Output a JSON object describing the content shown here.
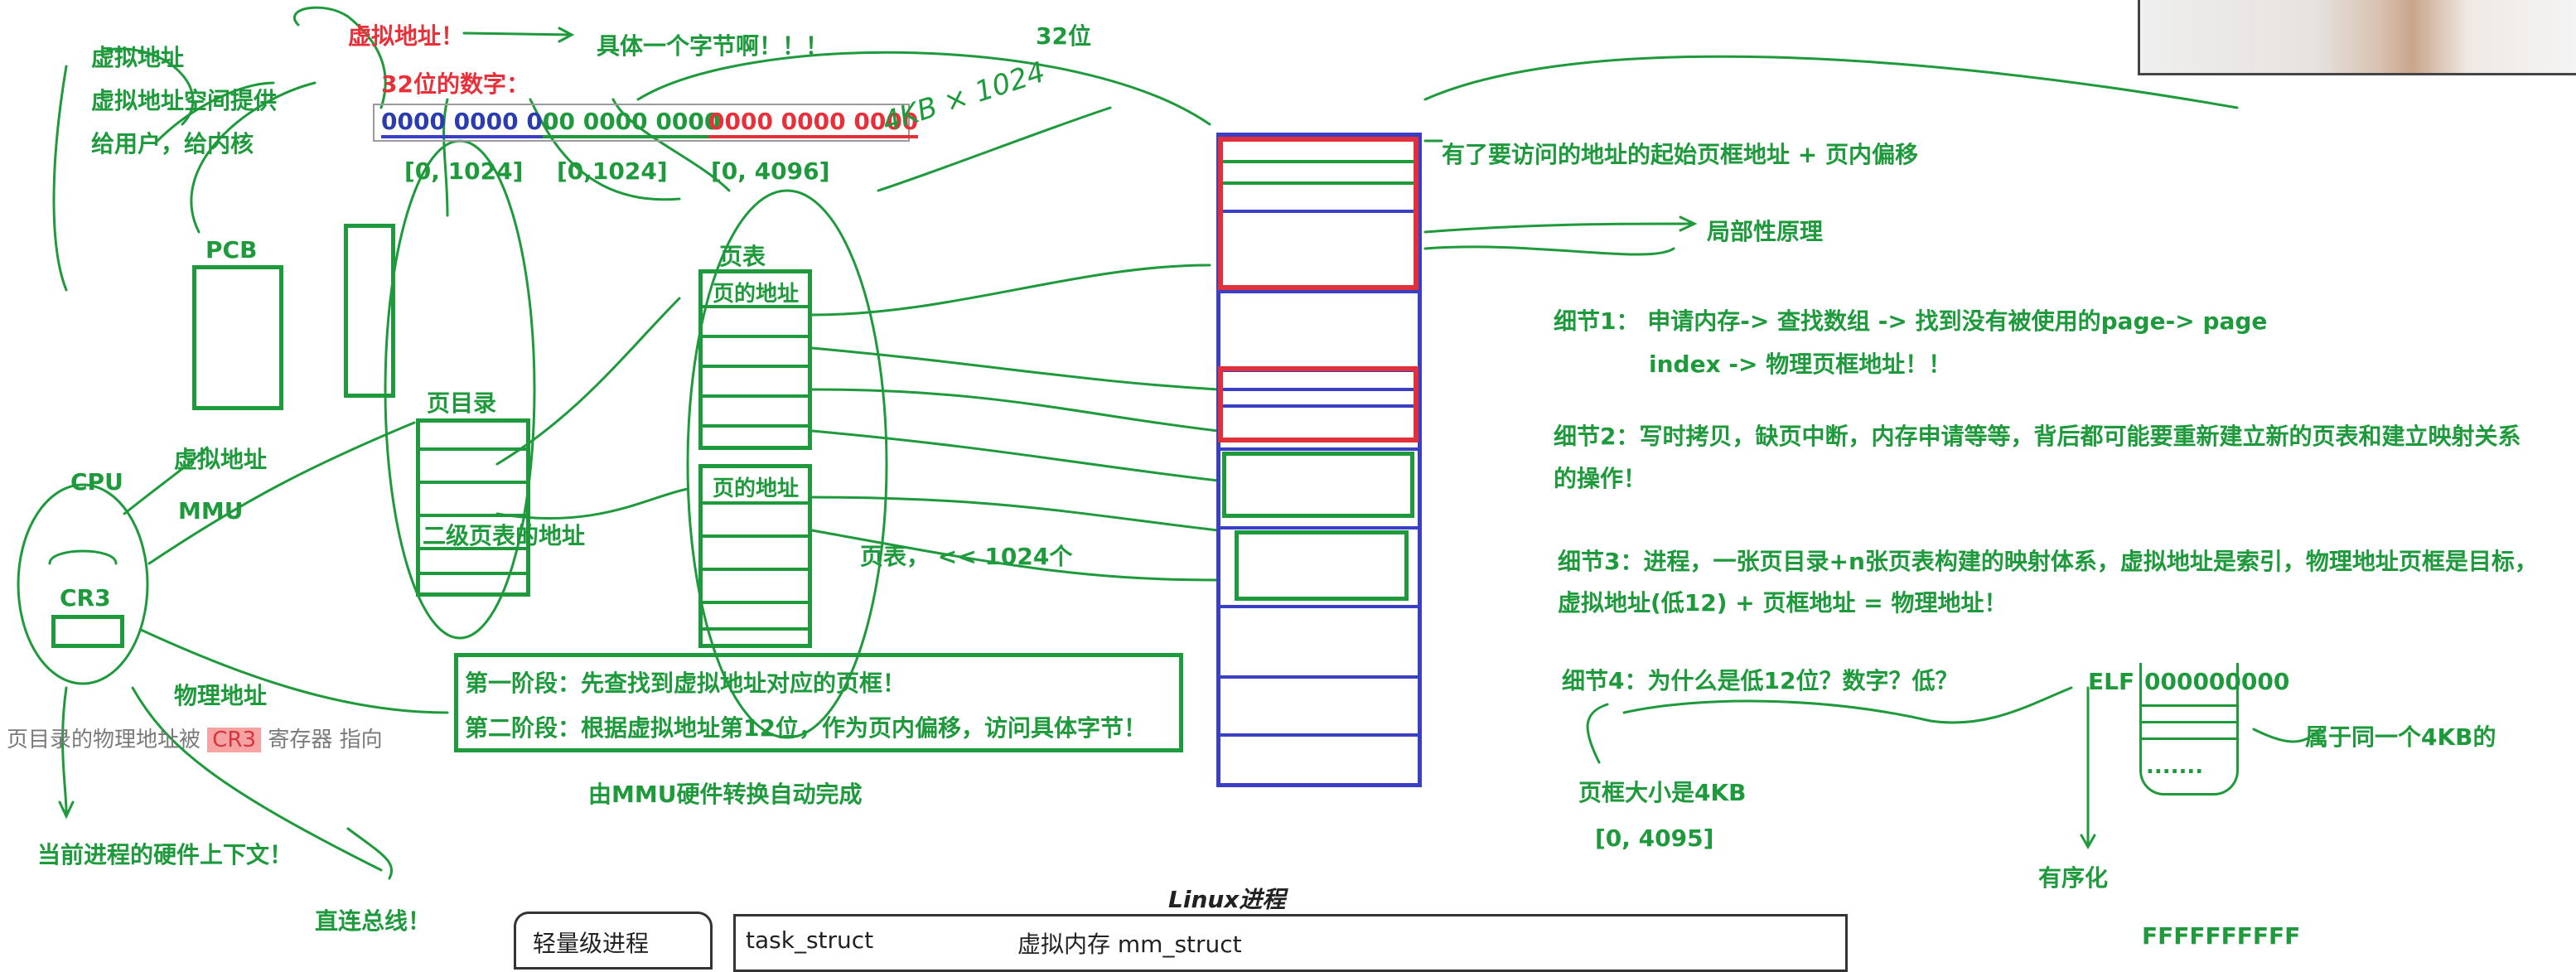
{
  "labels": {
    "virtual_addr": "虚拟地址",
    "virtual_space_1": "虚拟地址空间提供",
    "virtual_space_2": "给用户，给内核",
    "virtual_addr_excl": "虚拟地址！",
    "specific_byte": "具体一个字节啊！！！",
    "bits32": "32位",
    "num32": "32位的数字：",
    "bits_blue": "0000 0000 00",
    "bits_green": "00 0000 0000",
    "bits_red": "0000 0000 0000",
    "range1": "[0, 1024]",
    "range2": "[0,1024]",
    "range3": "[0, 4096]",
    "pcb": "PCB",
    "page_table_top": "页表",
    "page_addr_1": "页的地址",
    "page_addr_2": "页的地址",
    "page_dir": "页目录",
    "second_level": "二级页表的地址",
    "page_table_count": "页表，  << 1024个",
    "virtual_addr_2": "虚拟地址",
    "cpu": "CPU",
    "mmu": "MMU",
    "cr3": "CR3",
    "physical_addr": "物理地址",
    "cr3_note_pre": "页目录的物理地址被",
    "cr3_note_hl": "CR3",
    "cr3_note_post": "寄存器 指向",
    "hw_context": "当前进程的硬件上下文！",
    "direct_bus": "直连总线！",
    "stage1": "第一阶段：先查找到虚拟地址对应的页框！",
    "stage2": "第二阶段：根据虚拟地址第12位，作为页内偏移，访问具体字节！",
    "mmu_auto": "由MMU硬件转换自动完成",
    "have_frame": "有了要访问的地址的起始页框地址 + 页内偏移",
    "locality": "局部性原理",
    "d1_a": "细节1：  申请内存-> 查找数组 -> 找到没有被使用的page-> page",
    "d1_b": "index -> 物理页框地址！！",
    "d2_a": "细节2：写时拷贝，缺页中断，内存申请等等，背后都可能要重新建立新的页表和建立映射关系",
    "d2_b": "的操作！",
    "d3_a": "细节3：进程，一张页目录+n张页表构建的映射体系，虚拟地址是索引，物理地址页框是目标，",
    "d3_b": "虚拟地址(低12) + 页框地址 = 物理地址！",
    "d4": "细节4：为什么是低12位？数字？低？",
    "frame_size": "页框大小是4KB",
    "frame_range": "[0, 4095]",
    "elf": "ELF",
    "elf_addr": "000000000",
    "elf_dots": ".......",
    "same_4kb": "属于同一个4KB的",
    "ordered": "有序化",
    "ffff": "FFFFFFFFFF",
    "linux_proc": "Linux进程",
    "lwp": "轻量级进程",
    "task_struct": "task_struct",
    "vm_struct": "虚拟内存 mm_struct",
    "handwrite_4kb": "4KB × 1024"
  },
  "colors": {
    "green": "#1e9a3c",
    "red": "#e0303a",
    "blue": "#3a3fc4"
  }
}
